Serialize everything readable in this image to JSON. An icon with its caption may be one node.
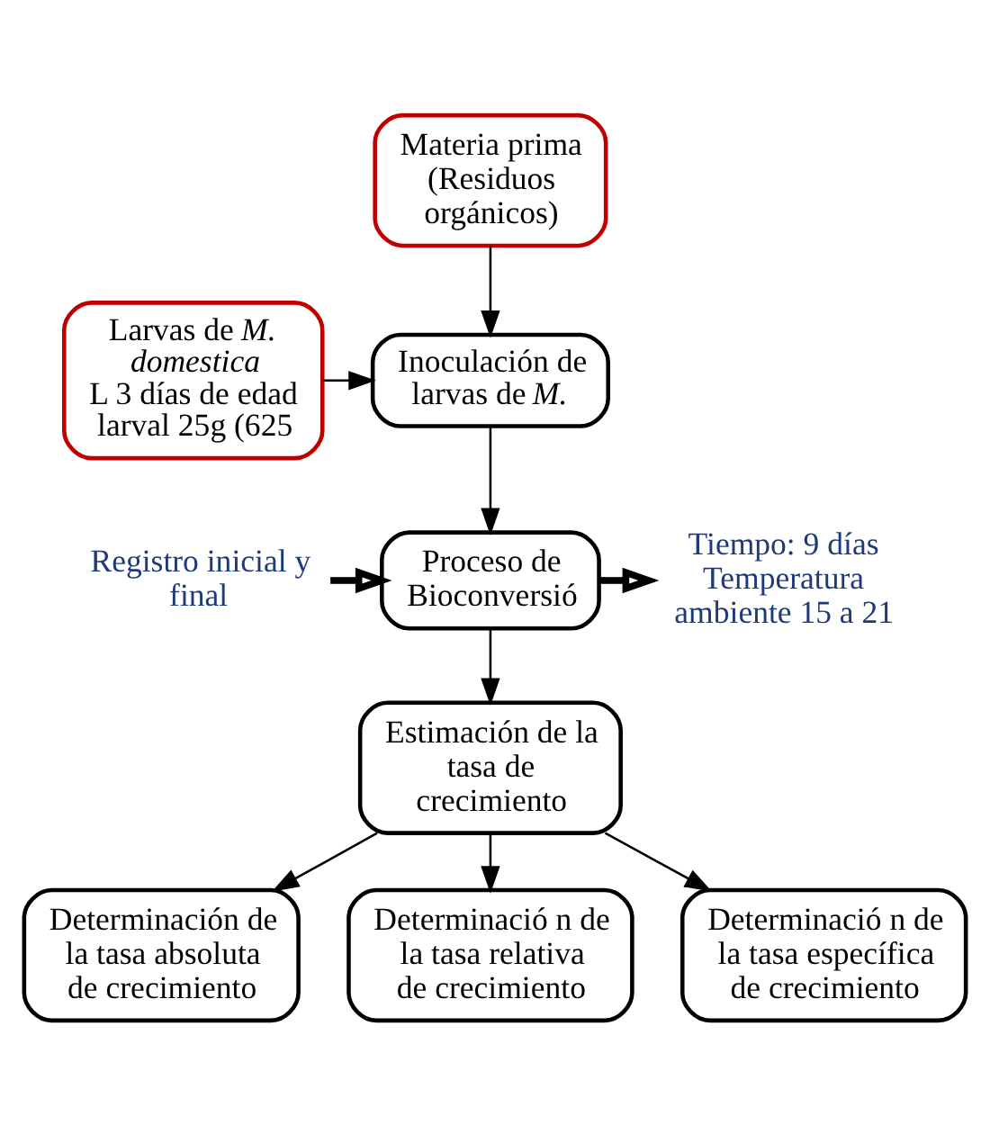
{
  "diagram": {
    "nodes": [
      {
        "text": [
          "Materia prima (Residuos orgánicos)"
        ]
      },
      {
        "text": [
          "Larvas de *M. domestica* L 3 días de edad larval 25g (625"
        ]
      },
      {
        "text": [
          "Inoculación de larvas de *M.*"
        ]
      },
      {
        "text": [
          "Registro inicial y final"
        ]
      },
      {
        "text": [
          "Proceso de Bioconversió"
        ]
      },
      {
        "text": [
          "Tiempo: 9 días Temperatura ambiente 15 a 21"
        ]
      },
      {
        "text": [
          "Estimación de la tasa de crecimiento"
        ]
      },
      {
        "text": [
          "Determinación de la tasa absoluta de crecimiento"
        ]
      },
      {
        "text": [
          "Determinació n de la tasa relativa de crecimiento"
        ]
      },
      {
        "text": [
          "Determinació n de la tasa específica de crecimiento"
        ]
      }
    ],
    "edges": [
      {
        "from": 0,
        "to": 2,
        "arrow": "to"
      },
      {
        "from": 1,
        "to": 2,
        "arrow": "to"
      },
      {
        "from": 2,
        "to": 4,
        "arrow": "to"
      },
      {
        "from": 3,
        "to": 4,
        "arrow": "to",
        "style": "thick"
      },
      {
        "from": 4,
        "to": 5,
        "arrow": "to",
        "style": "thick"
      },
      {
        "from": 4,
        "to": 6,
        "arrow": "to"
      },
      {
        "from": 6,
        "to": 7,
        "arrow": "to"
      },
      {
        "from": 6,
        "to": 8,
        "arrow": "to"
      },
      {
        "from": 6,
        "to": 9,
        "arrow": "to"
      }
    ]
  }
}
